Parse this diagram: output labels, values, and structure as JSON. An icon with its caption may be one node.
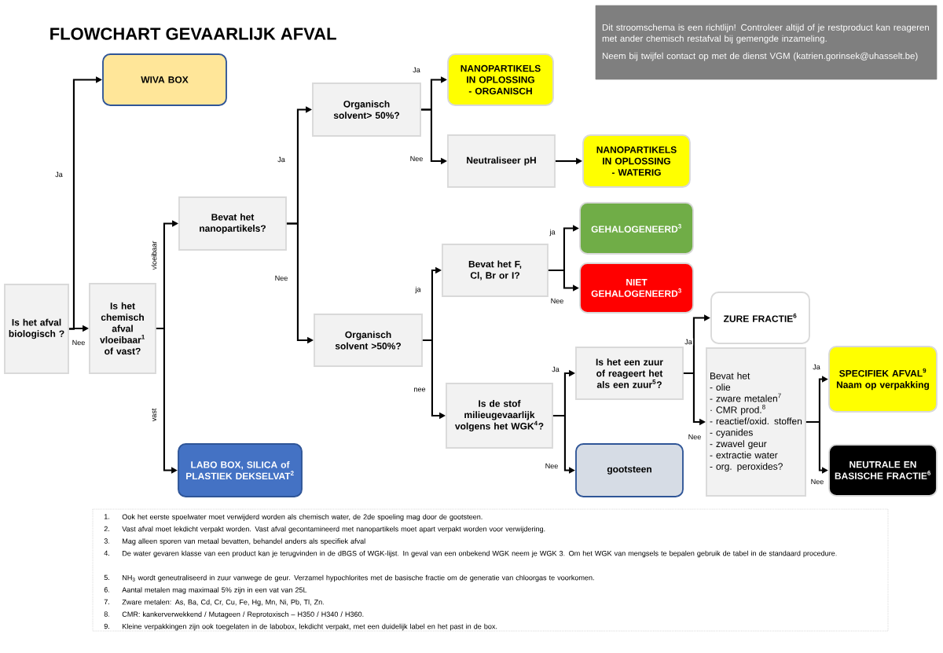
{
  "diagram": {
    "title": "FLOWCHART GEVAARLIJK AFVAL",
    "nodes": [
      {
        "text": [
          "Dit stroomschema is een richtlijn! Controleer altijd of je restproduct kan reageren met ander chemisch restafval bij gemengde inzameling.",
          "Neem bij twijfel contact op met de dienst VGM (katrien.gorinsek@uhasselt.be)"
        ]
      },
      {
        "text": [
          "WIVA BOX"
        ]
      },
      {
        "text": [
          "NANOPARTIKELS IN OPLOSSING - ORGANISCH"
        ]
      },
      {
        "text": [
          "Organisch solvent> 50%?"
        ]
      },
      {
        "text": [
          "Neutraliseer pH"
        ]
      },
      {
        "text": [
          "NANOPARTIKELS IN OPLOSSING - WATERIG"
        ]
      },
      {
        "text": [
          "Bevat het nanopartikels?"
        ]
      },
      {
        "text": [
          "GEHALOGENEERD$^{3}$"
        ]
      },
      {
        "text": [
          "Bevat het F, Cl, Br or I?"
        ]
      },
      {
        "text": [
          "NIET GEHALOGENEERD$^{3}$"
        ]
      },
      {
        "text": [
          "Is het afval biologisch ?"
        ]
      },
      {
        "text": [
          "Is het chemisch afval vloeibaar$^{1}$ of vast?"
        ]
      },
      {
        "text": [
          "ZURE FRACTIE$^{6}$"
        ]
      },
      {
        "text": [
          "Organisch solvent >50%?"
        ]
      },
      {
        "text": [
          "Is het een zuur of reageert het als een zuur$^{5}$?"
        ]
      },
      {
        "text": [
          "Bevat het",
          "- olie",
          "- zware metalen$^{7}$",
          "· CMR prod.$^{8}$",
          "- reactief/oxid. stoffen",
          "- cyanides",
          "- zwavel geur",
          "- extractie water",
          "- org. peroxides?"
        ]
      },
      {
        "text": [
          "SPECIFIEK AFVAL$^{9}$",
          "Naam op verpakking"
        ]
      },
      {
        "text": [
          "Is de stof milieugevaarlijk volgens het WGK$^{4}$?"
        ]
      },
      {
        "text": [
          "LABO BOX, SILICA of PLASTIEK DEKSELVAT$^{2}$"
        ]
      },
      {
        "text": [
          "gootsteen"
        ]
      },
      {
        "text": [
          "NEUTRALE EN BASISCHE FRACTIE$^{6}$"
        ]
      }
    ],
    "edges": [
      {
        "from": 10,
        "to": 1,
        "arrow": "to",
        "label": "Ja"
      },
      {
        "from": 10,
        "to": 11,
        "arrow": "to",
        "label": "Nee"
      },
      {
        "from": 11,
        "to": 6,
        "arrow": "to",
        "label": "vloeibaar"
      },
      {
        "from": 11,
        "to": 18,
        "arrow": "to",
        "label": "vast"
      },
      {
        "from": 6,
        "to": 3,
        "arrow": "to",
        "label": "Ja"
      },
      {
        "from": 6,
        "to": 13,
        "arrow": "to",
        "label": "Nee"
      },
      {
        "from": 3,
        "to": 2,
        "arrow": "to",
        "label": "Ja"
      },
      {
        "from": 3,
        "to": 4,
        "arrow": "to",
        "label": "Nee"
      },
      {
        "from": 4,
        "to": 5,
        "arrow": "to"
      },
      {
        "from": 13,
        "to": 8,
        "arrow": "to",
        "label": "ja"
      },
      {
        "from": 13,
        "to": 17,
        "arrow": "to",
        "label": "nee"
      },
      {
        "from": 8,
        "to": 7,
        "arrow": "to",
        "label": "ja"
      },
      {
        "from": 8,
        "to": 9,
        "arrow": "to",
        "label": "Nee"
      },
      {
        "from": 17,
        "to": 14,
        "arrow": "to",
        "label": "Ja"
      },
      {
        "from": 17,
        "to": 19,
        "arrow": "to",
        "label": "Nee"
      },
      {
        "from": 14,
        "to": 12,
        "arrow": "to",
        "label": "Ja"
      },
      {
        "from": 14,
        "to": 15,
        "arrow": "to",
        "label": "Nee"
      },
      {
        "from": 15,
        "to": 16,
        "arrow": "to",
        "label": "Ja"
      },
      {
        "from": 15,
        "to": 20,
        "arrow": "to",
        "label": "Nee"
      }
    ],
    "labels": [
      "1.",
      "Ook het eerste spoelwater moet verwijderd worden als chemisch water, de 2de spoeling mag door de gootsteen.",
      "2.",
      "Vast afval moet lekdicht verpakt worden. Vast afval gecontamineerd met nanopartikels moet apart verpakt worden voor verwijdering.",
      "3.",
      "Mag alleen sporen van metaal bevatten, behandel anders als specifiek afval",
      "4.",
      "De water gevaren klasse van een product kan je terugvinden in de dBGS of WGK-lijst. In geval van een onbekend WGK neem je WGK 3. Om het WGK van mengsels te bepalen gebruik de tabel in de standaard procedure.",
      "5.",
      "NH$_{3}$ wordt geneutraliseerd in zuur vanwege de geur. Verzamel hypochlorites met de basische fractie om de generatie van chloorgas te voorkomen.",
      "6.",
      "Aantal metalen mag maximaal 5% zijn in een vat van 25L",
      "7.",
      "Zware metalen: As, Ba, Cd, Cr, Cu, Fe, Hg, Mn, Ni, Pb, Tl, Zn.",
      "8.",
      "CMR: kankerverwekkend / Mutageen / Reprotoxisch – H350 / H340 / H360.",
      "9.",
      "Kleine verpakkingen zijn ook toegelaten in de labobox, lekdicht verpakt, met een duidelijk label en het past in de box."
    ]
  }
}
